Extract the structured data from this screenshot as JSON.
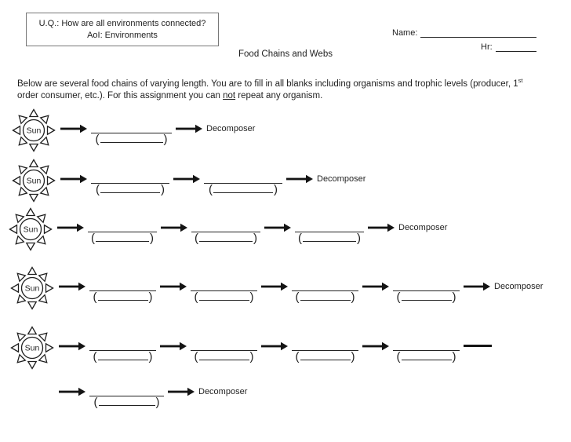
{
  "header": {
    "box": {
      "line1": "U.Q.: How are all environments connected?",
      "line2": "AoI: Environments"
    },
    "name_label": "Name:",
    "hr_label": "Hr:"
  },
  "title": "Food Chains and Webs",
  "instructions": {
    "line1_pre_sup": "Below are several food chains of varying length.  You are to fill in all blanks including organisms and trophic levels (producer, 1",
    "line1_sup": "st",
    "line2_pre": "order consumer, etc.).  For this assignment you can ",
    "line2_underlined": "not",
    "line2_post": " repeat any organism."
  },
  "labels": {
    "sun": "Sun",
    "decomposer": "Decomposer",
    "paren_open": "(",
    "paren_close": ")"
  },
  "chains": [
    {
      "source": "Sun",
      "blank_count": 1,
      "terminus": "Decomposer"
    },
    {
      "source": "Sun",
      "blank_count": 2,
      "terminus": "Decomposer"
    },
    {
      "source": "Sun",
      "blank_count": 3,
      "terminus": "Decomposer"
    },
    {
      "source": "Sun",
      "blank_count": 4,
      "terminus": "Decomposer"
    },
    {
      "source": "Sun",
      "blank_count": 5,
      "terminus": "Decomposer",
      "wraps_to_next_line": true
    }
  ],
  "colors": {
    "ink": "#1f1f1f",
    "paper": "#ffffff"
  }
}
